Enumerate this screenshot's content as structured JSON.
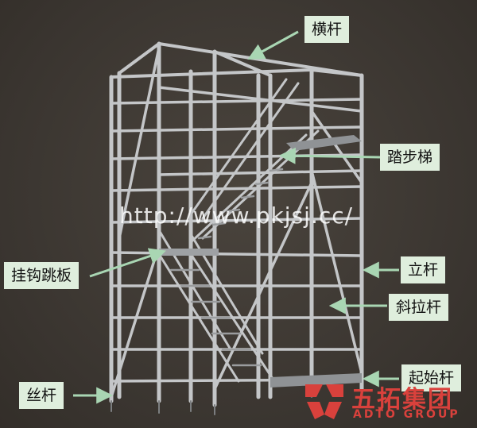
{
  "labels": {
    "crossbar": "横杆",
    "stair": "踏步梯",
    "hook_plank": "挂钩跳板",
    "vertical": "立杆",
    "diagonal": "斜拉杆",
    "screw_jack": "丝杆",
    "starter": "起始杆"
  },
  "watermark": "http://www.pkjsj.cc/",
  "logo": {
    "cn": "五拓集团",
    "en": "ADTO GROUP"
  },
  "colors": {
    "background": "#3f3a34",
    "label_bg": "#dfeedd",
    "arrow": "#a9d6b3",
    "pipe": "#c7c9cb",
    "brand_red": "#d9413c"
  }
}
